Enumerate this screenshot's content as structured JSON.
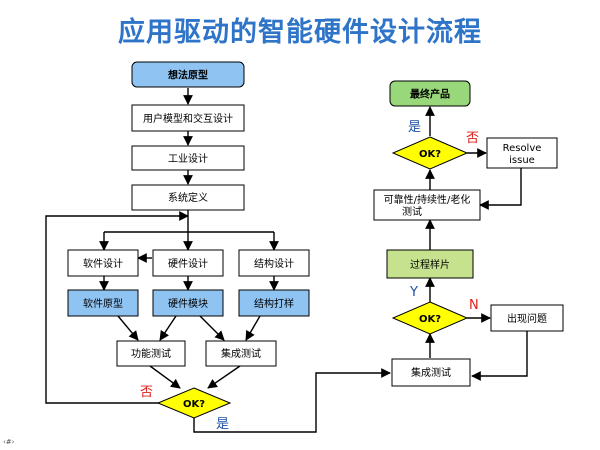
{
  "title": "应用驱动的智能硬件设计流程",
  "nodes": {
    "idea": "想法原型",
    "ux": "用户模型和交互设计",
    "industrial": "工业设计",
    "sysdef": "系统定义",
    "sw": "软件设计",
    "hw": "硬件设计",
    "mech": "结构设计",
    "sw_proto": "软件原型",
    "hw_module": "硬件模块",
    "mech_proto": "结构打样",
    "func_test": "功能测试",
    "integ_test_left": "集成测试",
    "ok_left": "OK?",
    "integ_test_right": "集成测试",
    "ok_mid": "OK?",
    "issue": "出现问题",
    "pilot": "过程样片",
    "reliability_1": "可靠性/持续性/老化",
    "reliability_2": "测试",
    "ok_top": "OK?",
    "resolve_1": "Resolve",
    "resolve_2": "issue",
    "final": "最终产品"
  },
  "labels": {
    "no_left": "否",
    "yes_left": "是",
    "yes_mid": "Y",
    "no_mid": "N",
    "yes_top": "是",
    "no_top": "否"
  },
  "footer": {
    "page_marker": "‹#›"
  }
}
